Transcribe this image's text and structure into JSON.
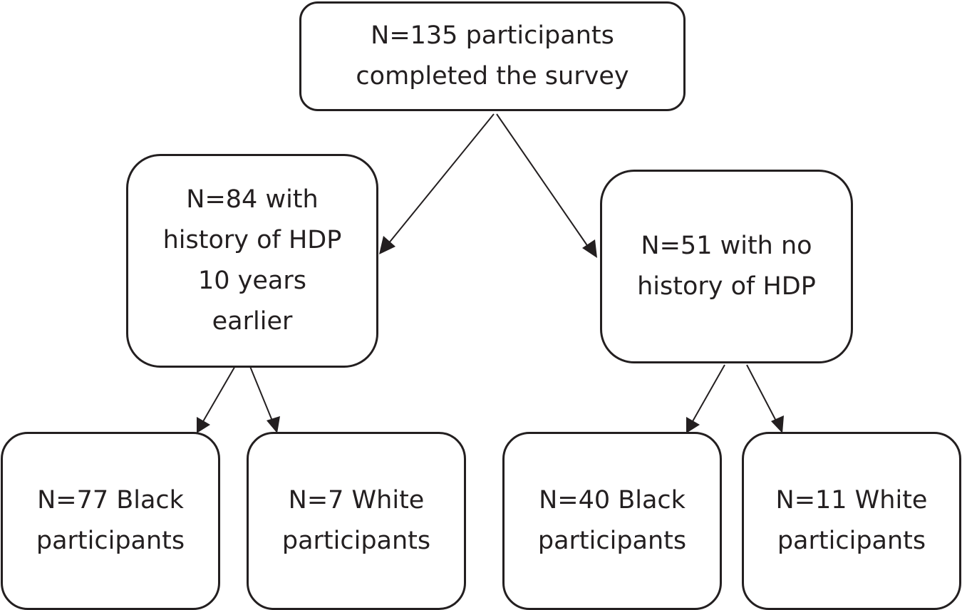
{
  "diagram": {
    "colors": {
      "stroke": "#231f20",
      "fill": "#ffffff"
    },
    "nodes": {
      "root": "N=135 participants\ncompleted the survey",
      "hdp": "N=84 with\nhistory of HDP\n10 years\nearlier",
      "no_hdp": "N=51 with no\nhistory of HDP",
      "hdp_black": "N=77 Black\nparticipants",
      "hdp_white": "N=7 White\nparticipants",
      "no_hdp_black": "N=40 Black\nparticipants",
      "no_hdp_white": "N=11 White\nparticipants"
    },
    "edges": [
      {
        "from": "root",
        "to": "hdp"
      },
      {
        "from": "root",
        "to": "no_hdp"
      },
      {
        "from": "hdp",
        "to": "hdp_black"
      },
      {
        "from": "hdp",
        "to": "hdp_white"
      },
      {
        "from": "no_hdp",
        "to": "no_hdp_black"
      },
      {
        "from": "no_hdp",
        "to": "no_hdp_white"
      }
    ]
  }
}
